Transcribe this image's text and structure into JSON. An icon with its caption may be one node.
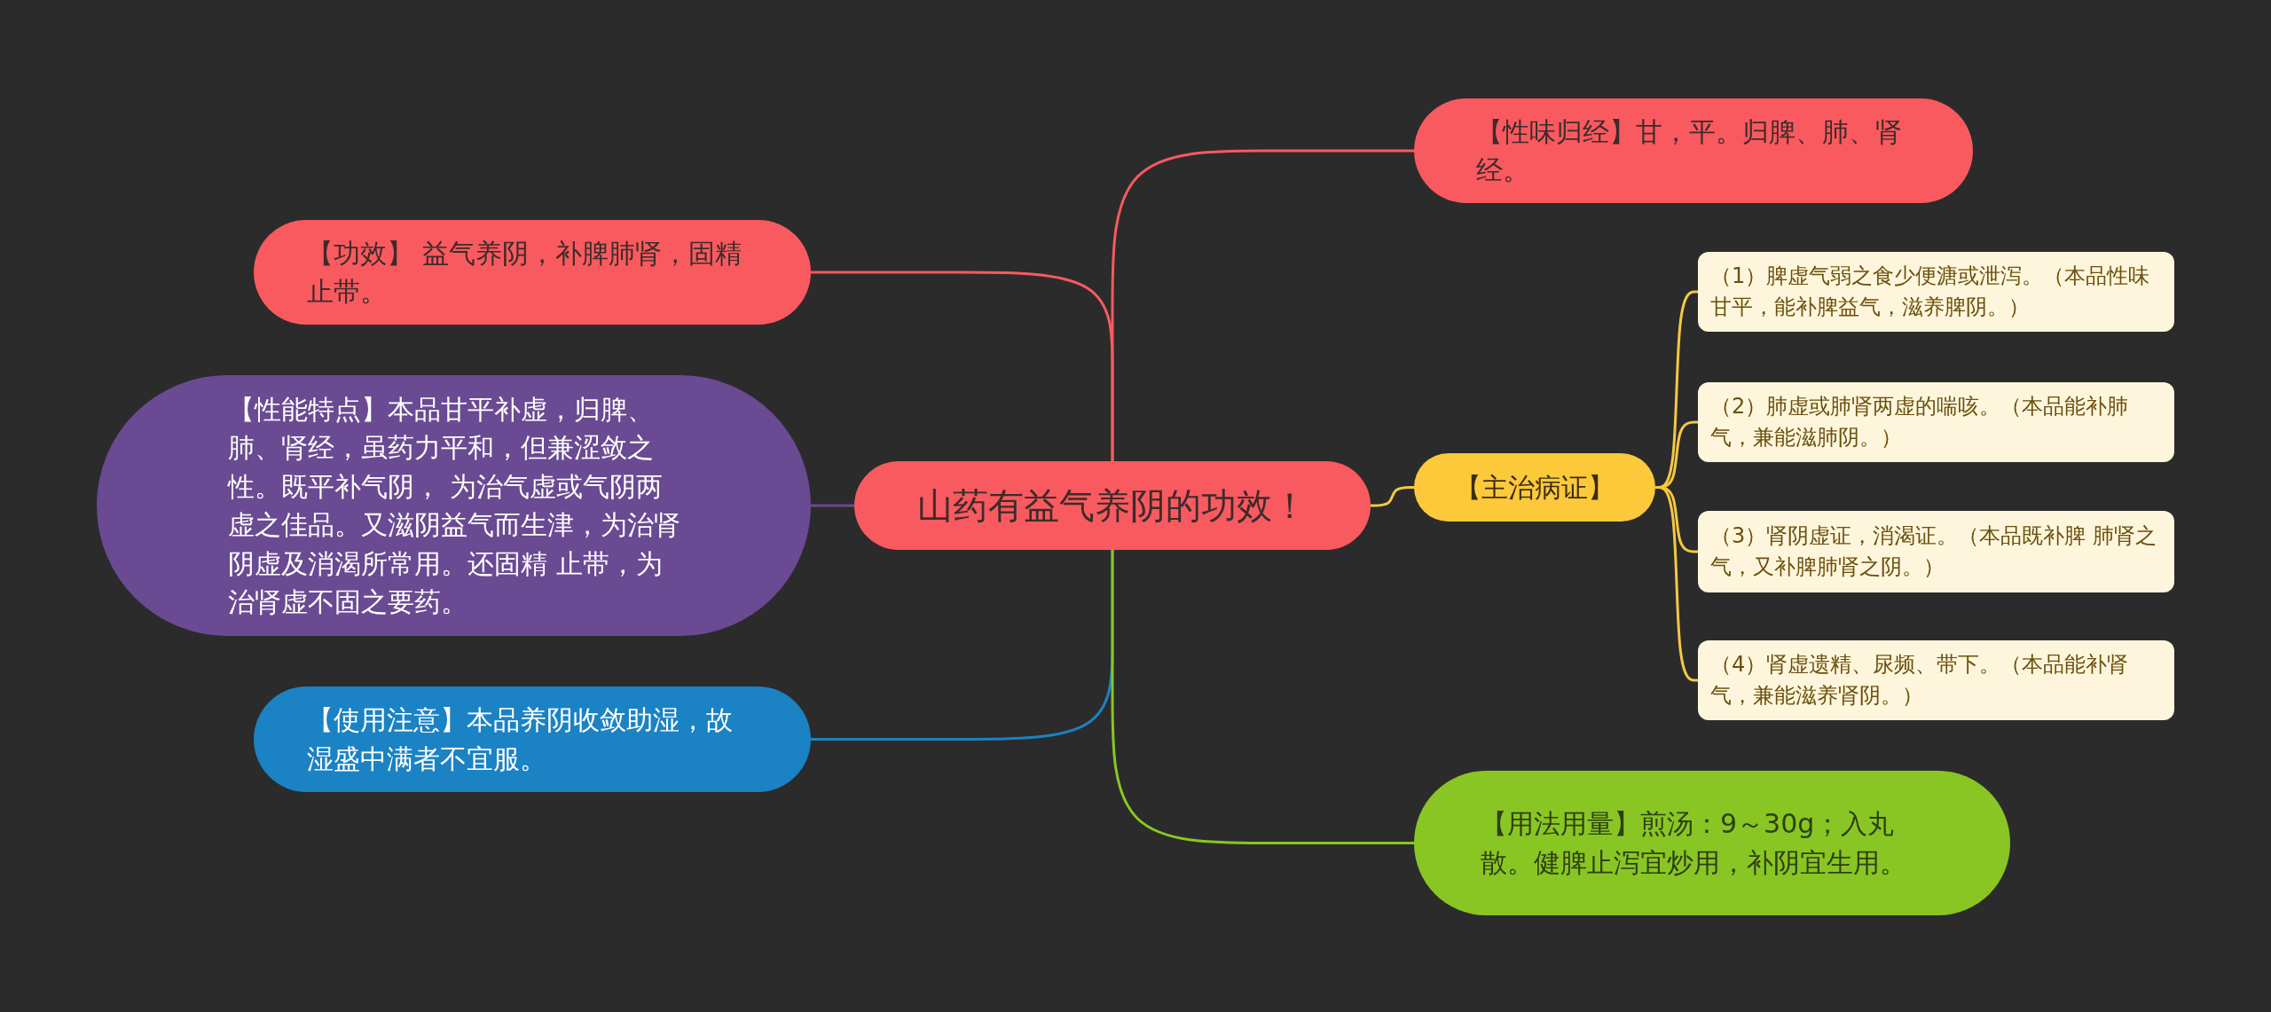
{
  "diagram": {
    "nodes": [
      {
        "text": [
          "山药有益气养阴的功效！"
        ]
      },
      {
        "text": [
          "【功效】 益气养阴，补脾肺肾，固精止带。"
        ]
      },
      {
        "text": [
          "【性能特点】本品甘平补虚，归脾、肺、肾经，虽药力平和，但兼涩敛之性。既平补气阴， 为治气虚或气阴两虚之佳品。又滋阴益气而生津，为治肾阴虚及消渴所常用。还固精 止带，为治肾虚不固之要药。"
        ]
      },
      {
        "text": [
          "【使用注意】本品养阴收敛助湿，故湿盛中满者不宜服。"
        ]
      },
      {
        "text": [
          "【性味归经】甘，平。归脾、肺、肾经。"
        ]
      },
      {
        "text": [
          "【主治病证】"
        ]
      },
      {
        "text": [
          "（1）脾虚气弱之食少便溏或泄泻。（本品性味甘平，能补脾益气，滋养脾阴。）"
        ]
      },
      {
        "text": [
          "（2）肺虚或肺肾两虚的喘咳。（本品能补肺气，兼能滋肺阴。）"
        ]
      },
      {
        "text": [
          "（3）肾阴虚证，消渴证。（本品既补脾 肺肾之气，又补脾肺肾之阴。）"
        ]
      },
      {
        "text": [
          "（4）肾虚遗精、尿频、带下。（本品能补肾气，兼能滋养肾阴。）"
        ]
      },
      {
        "text": [
          "【用法用量】煎汤：9～30g；入丸散。健脾止泻宜炒用，补阴宜生用。"
        ]
      }
    ],
    "edges": [
      {
        "from": 0,
        "to": 1,
        "arrow": "none",
        "color": "#f95a5f"
      },
      {
        "from": 0,
        "to": 2,
        "arrow": "none",
        "color": "#6a4a92"
      },
      {
        "from": 0,
        "to": 3,
        "arrow": "none",
        "color": "#1b82c4"
      },
      {
        "from": 0,
        "to": 4,
        "arrow": "none",
        "color": "#f95a5f"
      },
      {
        "from": 0,
        "to": 5,
        "arrow": "none"
      },
      {
        "from": 5,
        "to": 6,
        "arrow": "none"
      },
      {
        "from": 5,
        "to": 7,
        "arrow": "none"
      },
      {
        "from": 5,
        "to": 8,
        "arrow": "none"
      },
      {
        "from": 5,
        "to": 9,
        "arrow": "none"
      },
      {
        "from": 0,
        "to": 10,
        "arrow": "none",
        "color": "#89c623"
      }
    ]
  }
}
